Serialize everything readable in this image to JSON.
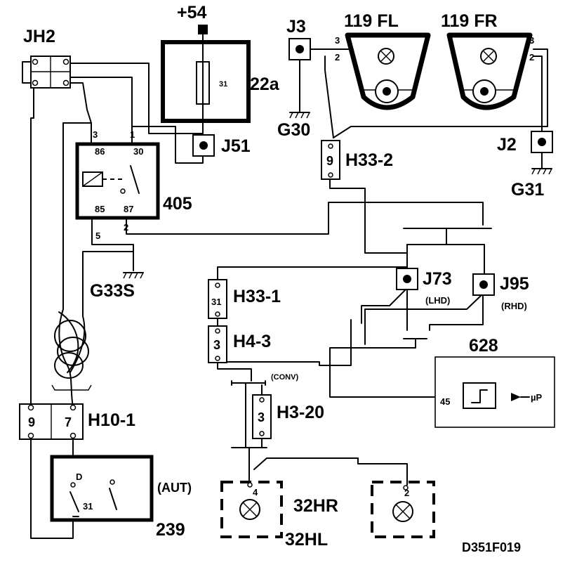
{
  "diagram": {
    "components": {
      "jh2": "JH2",
      "supply": "+54",
      "fuse_box": "22a",
      "fuse_rating": "31",
      "j51": "J51",
      "j3": "J3",
      "lamp_fl": "119 FL",
      "lamp_fr": "119 FR",
      "g30": "G30",
      "j2": "J2",
      "g31": "G31",
      "h33_2": "H33-2",
      "h33_2_pin": "9",
      "relay": "405",
      "relay_pin_86": "86",
      "relay_pin_30": "30",
      "relay_pin_85": "85",
      "relay_pin_87": "87",
      "relay_wire_3": "3",
      "relay_wire_1": "1",
      "relay_wire_5": "5",
      "relay_wire_2": "2",
      "g33s": "G33S",
      "h33_1": "H33-1",
      "h33_1_pin": "31",
      "h4_3": "H4-3",
      "h4_3_pin": "3",
      "conv": "(CONV)",
      "h3_20": "H3-20",
      "h3_20_pin": "3",
      "j73": "J73",
      "lhd": "(LHD)",
      "j95": "J95",
      "rhd": "(RHD)",
      "module": "628",
      "module_pin": "45",
      "module_out": "µP",
      "h10_1": "H10-1",
      "h10_1_pin_a": "9",
      "h10_1_pin_b": "7",
      "switch_pin_d": "D",
      "switch_pin_31": "31",
      "switch": "239",
      "aut": "(AUT)",
      "lamp_hr": "32HR",
      "lamp_hl": "32HL",
      "lamp_hl_pin": "4",
      "lamp_hr_pin": "2",
      "fl_pin_3": "3",
      "fl_pin_2": "2",
      "fr_pin_3": "3",
      "fr_pin_2": "2"
    },
    "code": "D351F019"
  }
}
